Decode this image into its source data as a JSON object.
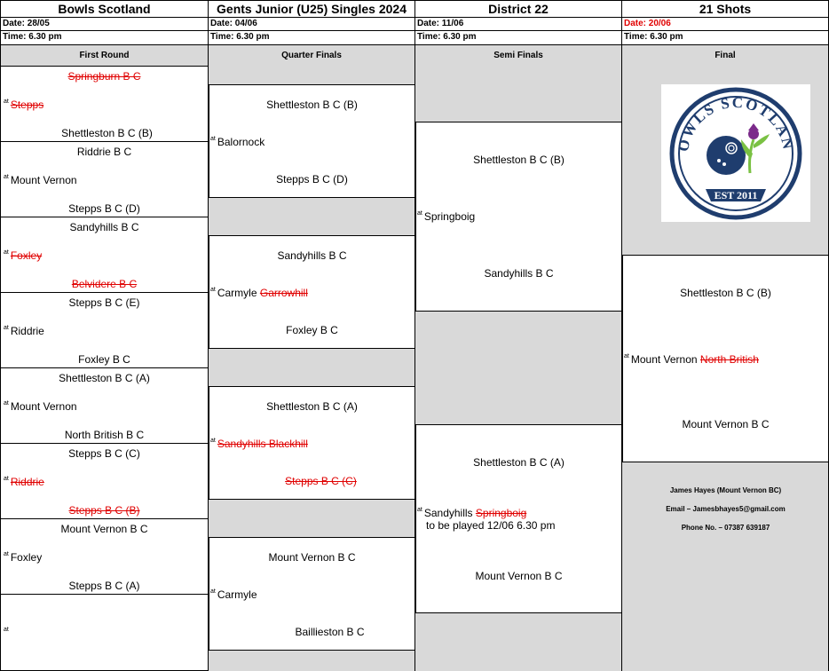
{
  "header": {
    "col1": "Bowls Scotland",
    "col2": "Gents Junior (U25) Singles 2024",
    "col3": "District 22",
    "col4": "21 Shots"
  },
  "dates": {
    "r1": "Date: 28/05",
    "qf": "Date: 04/06",
    "sf": "Date: 11/06",
    "final": "Date: 20/06"
  },
  "times": {
    "r1": "Time: 6.30 pm",
    "qf": "Time: 6.30 pm",
    "sf": "Time: 6.30 pm",
    "final": "Time: 6.30 pm"
  },
  "rounds": {
    "r1": "First Round",
    "qf": "Quarter Finals",
    "sf": "Semi Finals",
    "final": "Final"
  },
  "at_marker": "at",
  "first_round": [
    {
      "top": "Springburn B C",
      "venue": "",
      "venue_struck": "Stepps",
      "bottom": "Shettleston B C (B)"
    },
    {
      "top": "Riddrie B C",
      "venue": "Mount Vernon",
      "venue_struck": "",
      "bottom": "Stepps B C (D)"
    },
    {
      "top": "Sandyhills B C",
      "venue": "",
      "venue_struck": "Foxley",
      "bottom": "Belvidere B C"
    },
    {
      "top": "Stepps B C (E)",
      "venue": "Riddrie",
      "venue_struck": "",
      "bottom": "Foxley B C"
    },
    {
      "top": "Shettleston B C (A)",
      "venue": "Mount Vernon",
      "venue_struck": "",
      "bottom": "North British B C"
    },
    {
      "top": "Stepps B C (C)",
      "venue": "",
      "venue_struck": "Riddrie",
      "bottom": "Stepps B C (B)"
    },
    {
      "top": "Mount Vernon B C",
      "venue": "Foxley",
      "venue_struck": "",
      "bottom": "Stepps B C (A)"
    },
    {
      "top": "",
      "venue": "",
      "venue_struck": "",
      "bottom": ""
    }
  ],
  "quarter_finals": [
    {
      "top": "Shettleston B C (B)",
      "venue": "Balornock",
      "venue_struck": "",
      "bottom": "Stepps B C (D)"
    },
    {
      "top": "Sandyhills B C",
      "venue": "Carmyle",
      "venue_struck": "Garrowhill",
      "bottom": "Foxley B C"
    },
    {
      "top": "Shettleston B C (A)",
      "venue": "",
      "venue_struck": "Sandyhills Blackhill",
      "bottom": "Stepps B C (C)"
    },
    {
      "top": "Mount Vernon B C",
      "venue": "Carmyle",
      "venue_struck": "",
      "bottom": "Baillieston B C"
    }
  ],
  "semi_finals": [
    {
      "top": "Shettleston B C (B)",
      "venue": "Springboig",
      "venue_struck": "",
      "note": "",
      "bottom": "Sandyhills B C"
    },
    {
      "top": "Shettleston B C (A)",
      "venue": "Sandyhills",
      "venue_struck": "Springboig",
      "note": "to be played 12/06 6.30 pm",
      "bottom": "Mount Vernon B C"
    }
  ],
  "final": {
    "top": "Shettleston B C (B)",
    "venue": "Mount Vernon",
    "venue_struck": "North British",
    "bottom": "Mount Vernon B C"
  },
  "logo": {
    "text_top": "BOWLS SCOTLAND",
    "text_bottom": "EST 2011"
  },
  "contact": {
    "name": "James Hayes (Mount Vernon BC)",
    "email": "Email – Jamesbhayes5@gmail.com",
    "phone": "Phone No. – 07387 639187"
  },
  "colors": {
    "accent_red": "#e00000",
    "grey_fill": "#d9d9d9",
    "logo_navy": "#1f3d6e",
    "logo_green": "#7ac143",
    "logo_purple": "#7b2a8a"
  }
}
